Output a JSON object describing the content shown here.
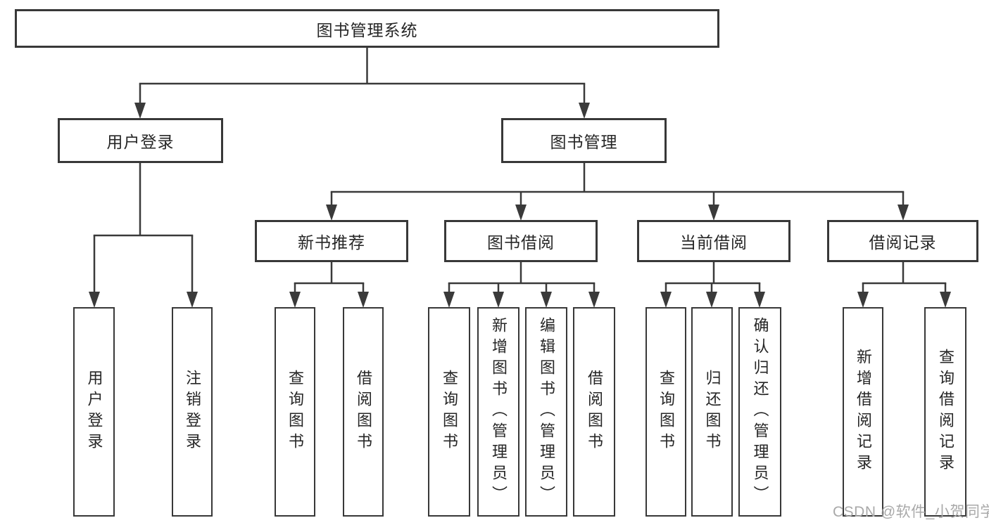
{
  "diagram": {
    "root": {
      "label": "图书管理系统"
    },
    "level2": {
      "user_login": {
        "label": "用户登录"
      },
      "book_management": {
        "label": "图书管理"
      }
    },
    "level3": {
      "new_book_recommend": {
        "label": "新书推荐"
      },
      "book_borrowing": {
        "label": "图书借阅"
      },
      "current_borrowing": {
        "label": "当前借阅"
      },
      "borrowing_records": {
        "label": "借阅记录"
      }
    },
    "leaves": {
      "user_login_action": {
        "label": "用户登录"
      },
      "logout_action": {
        "label": "注销登录"
      },
      "rec_query_books": {
        "label": "查询图书"
      },
      "rec_borrow_books": {
        "label": "借阅图书"
      },
      "bb_query_books": {
        "label": "查询图书"
      },
      "bb_add_books": {
        "label": "新增图书（管理员）"
      },
      "bb_edit_books": {
        "label": "编辑图书（管理员）"
      },
      "bb_borrow_books": {
        "label": "借阅图书"
      },
      "cb_query_books": {
        "label": "查询图书"
      },
      "cb_return_books": {
        "label": "归还图书"
      },
      "cb_confirm_return": {
        "label": "确认归还（管理员）"
      },
      "br_add_record": {
        "label": "新增借阅记录"
      },
      "br_query_record": {
        "label": "查询借阅记录"
      }
    },
    "watermark": "CSDN @软件_小贺同学",
    "colors": {
      "line": "#3a3a3a",
      "border": "#383838",
      "text": "#262626",
      "watermark": "#a9a9a9",
      "background": "#ffffff"
    }
  }
}
